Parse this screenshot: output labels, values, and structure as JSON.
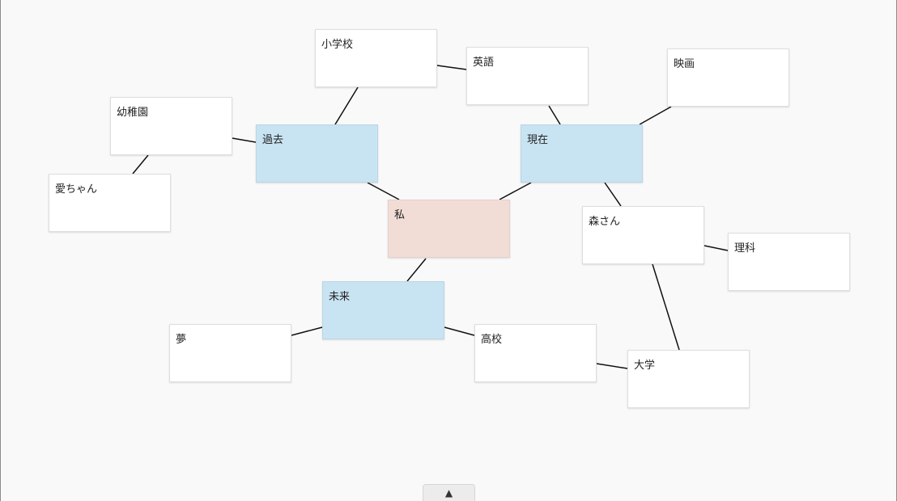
{
  "mindmap": {
    "root": "私",
    "nodes": {
      "shougakkou": "小学校",
      "eigo": "英語",
      "eiga": "映画",
      "youchien": "幼稚園",
      "kako": "過去",
      "genzai": "現在",
      "aichan": "愛ちゃん",
      "watashi": "私",
      "morisan": "森さん",
      "rika": "理科",
      "mirai": "未来",
      "yume": "夢",
      "koukou": "高校",
      "daigaku": "大学"
    },
    "colors": {
      "root": "#f2dcd6",
      "category": "#c8e3f2",
      "leaf": "#ffffff",
      "link": "#111111"
    }
  },
  "toolbar": {
    "toggle_icon": "▲"
  }
}
